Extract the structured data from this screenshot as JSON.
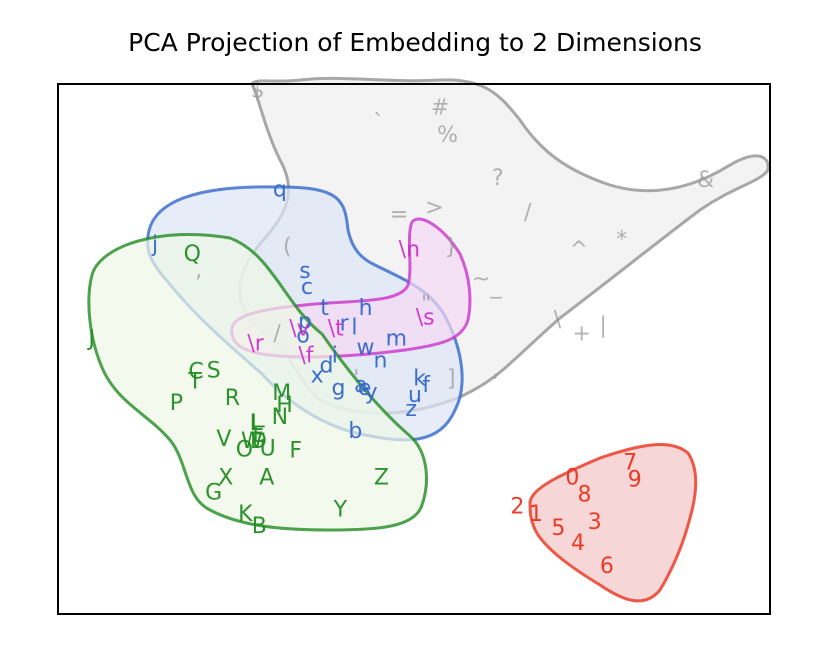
{
  "chart_data": {
    "type": "scatter",
    "title": "PCA Projection of Embedding to 2 Dimensions",
    "xlabel": "",
    "ylabel": "",
    "xlim": [
      0,
      760
    ],
    "ylim": [
      0,
      530
    ],
    "grid": false,
    "series": [
      {
        "name": "",
        "color": "#999999",
        "fill": "#eeeeee",
        "points": [
          {
            "label": "$",
            "x": 212,
            "y": 525
          },
          {
            "label": "#",
            "x": 408,
            "y": 508
          },
          {
            "label": "`",
            "x": 342,
            "y": 492
          },
          {
            "label": "%",
            "x": 416,
            "y": 480
          },
          {
            "label": "?",
            "x": 470,
            "y": 437
          },
          {
            "label": "&",
            "x": 693,
            "y": 435
          },
          {
            "label": "/",
            "x": 502,
            "y": 402
          },
          {
            "label": "=",
            "x": 364,
            "y": 400
          },
          {
            "label": ">",
            "x": 402,
            "y": 407
          },
          {
            "label": "*",
            "x": 603,
            "y": 375
          },
          {
            "label": "}",
            "x": 420,
            "y": 368
          },
          {
            "label": "^",
            "x": 557,
            "y": 365
          },
          {
            "label": "(",
            "x": 244,
            "y": 368
          },
          {
            "label": ",",
            "x": 149,
            "y": 344
          },
          {
            "label": "~",
            "x": 452,
            "y": 335
          },
          {
            "label": "_",
            "x": 468,
            "y": 328
          },
          {
            "label": "\"",
            "x": 393,
            "y": 310
          },
          {
            "label": "\\",
            "x": 534,
            "y": 294
          },
          {
            "label": "+",
            "x": 560,
            "y": 280
          },
          {
            "label": "|",
            "x": 583,
            "y": 288
          },
          {
            "label": "/",
            "x": 233,
            "y": 280
          },
          {
            "label": "]",
            "x": 420,
            "y": 235
          },
          {
            "label": ",",
            "x": 468,
            "y": 244
          },
          {
            "label": "'",
            "x": 318,
            "y": 235
          }
        ]
      },
      {
        "name": "",
        "color": "#3366cc",
        "fill": "#dbe6f6",
        "points": [
          {
            "label": "q",
            "x": 236,
            "y": 425
          },
          {
            "label": "j",
            "x": 102,
            "y": 370
          },
          {
            "label": "s",
            "x": 263,
            "y": 343
          },
          {
            "label": "c",
            "x": 265,
            "y": 327
          },
          {
            "label": "t",
            "x": 284,
            "y": 306
          },
          {
            "label": "h",
            "x": 328,
            "y": 306
          },
          {
            "label": "p",
            "x": 263,
            "y": 292
          },
          {
            "label": "r",
            "x": 305,
            "y": 290
          },
          {
            "label": "l",
            "x": 316,
            "y": 286
          },
          {
            "label": "o",
            "x": 261,
            "y": 278
          },
          {
            "label": "w",
            "x": 328,
            "y": 266
          },
          {
            "label": "m",
            "x": 361,
            "y": 275
          },
          {
            "label": "i",
            "x": 295,
            "y": 258
          },
          {
            "label": "n",
            "x": 344,
            "y": 253
          },
          {
            "label": "d",
            "x": 286,
            "y": 248
          },
          {
            "label": "x",
            "x": 276,
            "y": 238
          },
          {
            "label": "g",
            "x": 299,
            "y": 225
          },
          {
            "label": "a",
            "x": 323,
            "y": 228
          },
          {
            "label": "e",
            "x": 327,
            "y": 225
          },
          {
            "label": "y",
            "x": 334,
            "y": 221
          },
          {
            "label": "k",
            "x": 386,
            "y": 235
          },
          {
            "label": "f",
            "x": 393,
            "y": 228
          },
          {
            "label": "u",
            "x": 381,
            "y": 218
          },
          {
            "label": "z",
            "x": 377,
            "y": 204
          },
          {
            "label": "b",
            "x": 317,
            "y": 182
          }
        ]
      },
      {
        "name": "",
        "color": "#cc33cc",
        "fill": "#f4d9f4",
        "points": [
          {
            "label": "\\n",
            "x": 375,
            "y": 365
          },
          {
            "label": "\\s",
            "x": 392,
            "y": 296
          },
          {
            "label": "\\v",
            "x": 257,
            "y": 285
          },
          {
            "label": "\\t",
            "x": 296,
            "y": 285
          },
          {
            "label": "\\r",
            "x": 210,
            "y": 270
          },
          {
            "label": "\\f",
            "x": 264,
            "y": 258
          }
        ]
      },
      {
        "name": "",
        "color": "#228b22",
        "fill": "#eef8e6",
        "points": [
          {
            "label": "Q",
            "x": 142,
            "y": 360
          },
          {
            "label": "J",
            "x": 34,
            "y": 275
          },
          {
            "label": "C",
            "x": 146,
            "y": 242
          },
          {
            "label": "S",
            "x": 165,
            "y": 243
          },
          {
            "label": "T",
            "x": 145,
            "y": 232
          },
          {
            "label": "M",
            "x": 238,
            "y": 220
          },
          {
            "label": "P",
            "x": 125,
            "y": 210
          },
          {
            "label": "R",
            "x": 185,
            "y": 215
          },
          {
            "label": "H",
            "x": 241,
            "y": 208
          },
          {
            "label": "N",
            "x": 236,
            "y": 196
          },
          {
            "label": "I",
            "x": 207,
            "y": 190
          },
          {
            "label": "L",
            "x": 211,
            "y": 190
          },
          {
            "label": "E",
            "x": 214,
            "y": 178
          },
          {
            "label": "V",
            "x": 176,
            "y": 174
          },
          {
            "label": "W",
            "x": 206,
            "y": 172
          },
          {
            "label": "D",
            "x": 213,
            "y": 172
          },
          {
            "label": "O",
            "x": 198,
            "y": 163
          },
          {
            "label": "U",
            "x": 223,
            "y": 164
          },
          {
            "label": "F",
            "x": 253,
            "y": 162
          },
          {
            "label": "X",
            "x": 178,
            "y": 135
          },
          {
            "label": "A",
            "x": 222,
            "y": 135
          },
          {
            "label": "Z",
            "x": 345,
            "y": 135
          },
          {
            "label": "G",
            "x": 165,
            "y": 120
          },
          {
            "label": "K",
            "x": 199,
            "y": 98
          },
          {
            "label": "B",
            "x": 214,
            "y": 86
          },
          {
            "label": "Y",
            "x": 301,
            "y": 103
          }
        ]
      },
      {
        "name": "",
        "color": "#e8331c",
        "fill": "#f4c4c6",
        "points": [
          {
            "label": "7",
            "x": 612,
            "y": 150
          },
          {
            "label": "9",
            "x": 617,
            "y": 133
          },
          {
            "label": "0",
            "x": 550,
            "y": 135
          },
          {
            "label": "8",
            "x": 563,
            "y": 118
          },
          {
            "label": "2",
            "x": 491,
            "y": 106
          },
          {
            "label": "1",
            "x": 511,
            "y": 98
          },
          {
            "label": "5",
            "x": 535,
            "y": 84
          },
          {
            "label": "3",
            "x": 574,
            "y": 90
          },
          {
            "label": "4",
            "x": 556,
            "y": 69
          },
          {
            "label": "6",
            "x": 587,
            "y": 46
          }
        ]
      }
    ]
  }
}
